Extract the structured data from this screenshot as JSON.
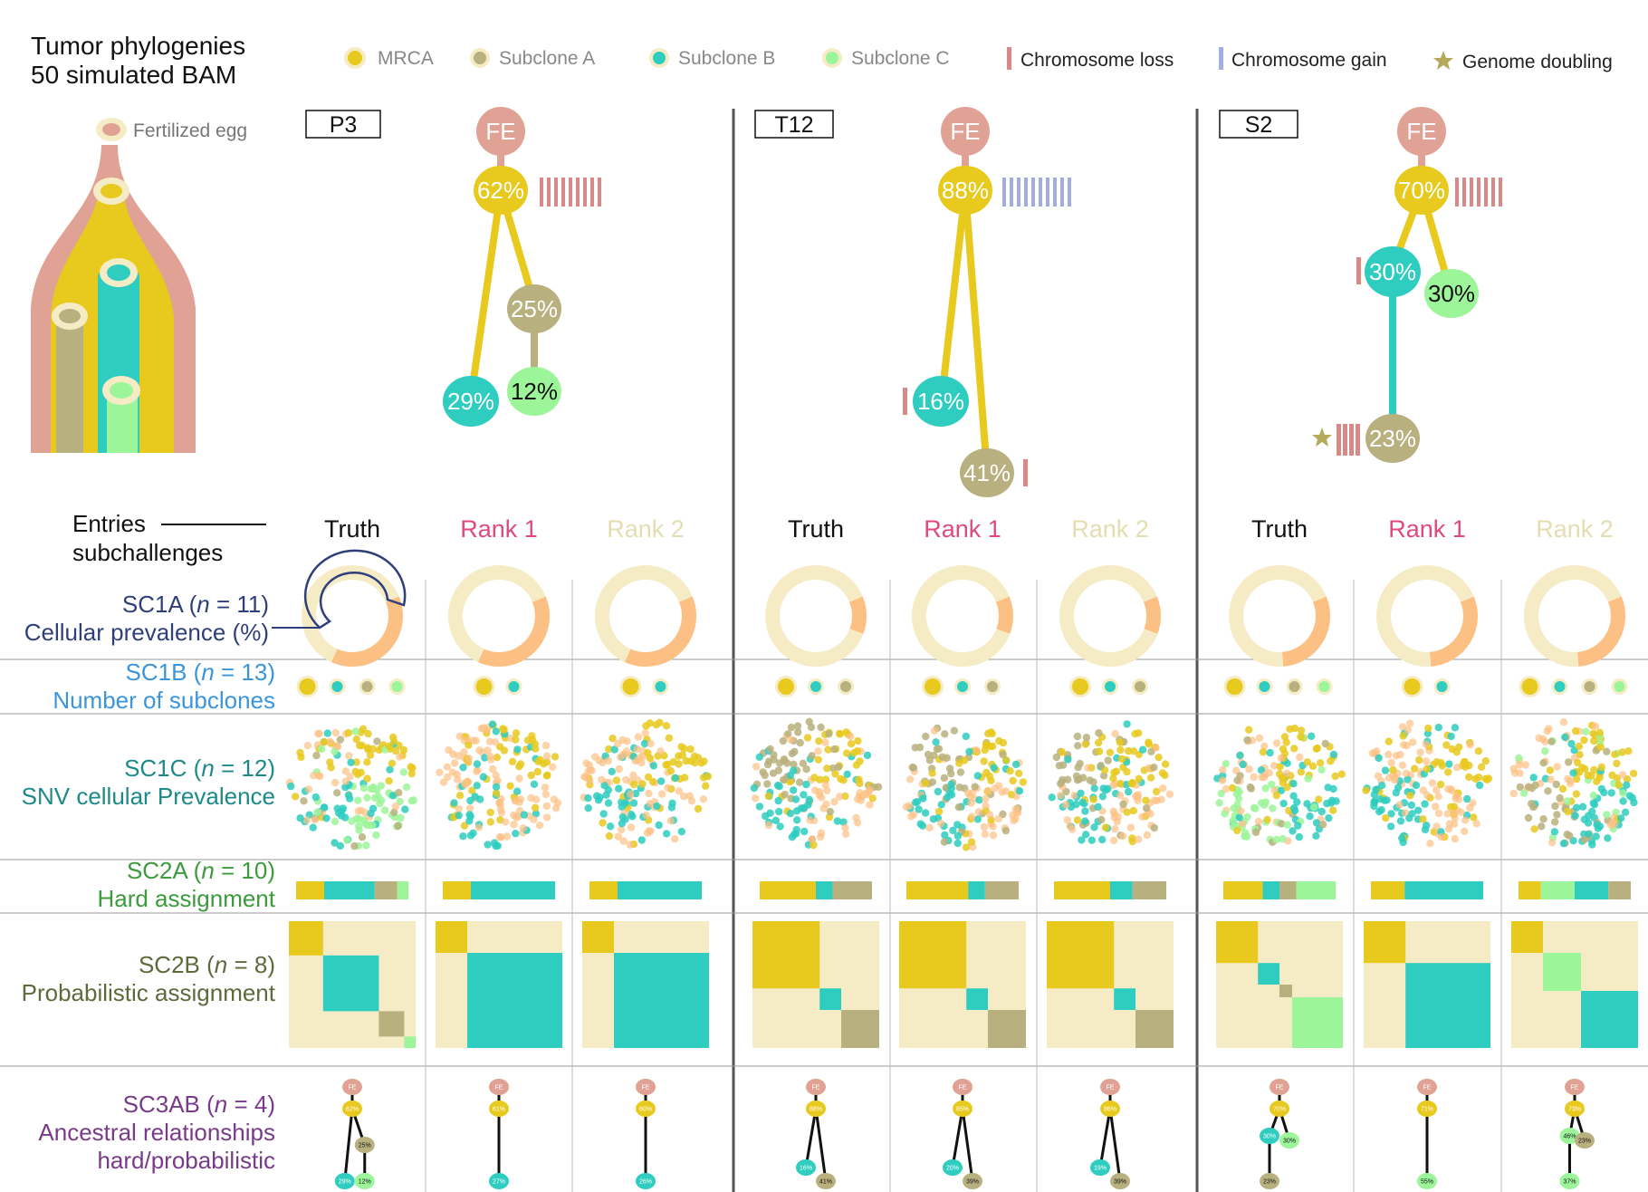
{
  "colors": {
    "fe": "#e0a294",
    "mrca": "#e8c91e",
    "subA": "#b8b07e",
    "subB": "#2ecdc0",
    "subC": "#9df59a",
    "loss": "#d98888",
    "gain": "#a3aee0",
    "wgd": "#b5a95a",
    "bg": "#f5ecc6",
    "orange": "#fcc084",
    "rank1": "#e0497c",
    "rank2": "#e3ddb0"
  },
  "header": {
    "title_line1": "Tumor phylogenies",
    "title_line2": "50 simulated BAM"
  },
  "legend": {
    "mrca": "MRCA",
    "subA": "Subclone A",
    "subB": "Subclone B",
    "subC": "Subclone C",
    "loss": "Chromosome loss",
    "gain": "Chromosome gain",
    "wgd": "Genome doubling"
  },
  "schematic": {
    "egg_label": "Fertilized egg"
  },
  "trees": {
    "fe_label": "FE",
    "p3": {
      "name": "P3",
      "mrca": "62%",
      "a": "25%",
      "b": "29%",
      "c": "12%"
    },
    "t12": {
      "name": "T12",
      "mrca": "88%",
      "b": "16%",
      "a": "41%"
    },
    "s2": {
      "name": "S2",
      "mrca": "70%",
      "b": "30%",
      "c": "30%",
      "a": "23%"
    }
  },
  "columns": {
    "truth": "Truth",
    "rank1": "Rank 1",
    "rank2": "Rank 2"
  },
  "rows": {
    "entries_line1": "Entries",
    "entries_line2": "subchallenges",
    "sc1a_code": "SC1A (",
    "sc1a_n": "n",
    "sc1a_val": " = 11)",
    "sc1a_desc": "Cellular prevalence (%)",
    "sc1b_code": "SC1B (",
    "sc1b_n": "n",
    "sc1b_val": " = 13)",
    "sc1b_desc": "Number of subclones",
    "sc1c_code": "SC1C (",
    "sc1c_n": "n",
    "sc1c_val": " = 12)",
    "sc1c_desc": "SNV cellular Prevalence",
    "sc2a_code": "SC2A (",
    "sc2a_n": "n",
    "sc2a_val": " = 10)",
    "sc2a_desc": "Hard assignment",
    "sc2b_code": "SC2B (",
    "sc2b_n": "n",
    "sc2b_val": " = 8)",
    "sc2b_desc": "Probabilistic assignment",
    "sc3_code": "SC3AB (",
    "sc3_n": "n",
    "sc3_val": " = 4)",
    "sc3_desc1": "Ancestral relationships",
    "sc3_desc2": "hard/probabilistic"
  },
  "sc1a": [
    0.62,
    0.62,
    0.62,
    0.88,
    0.88,
    0.88,
    0.7,
    0.7,
    0.7
  ],
  "sc1b": [
    [
      "mrca",
      "subB",
      "subA",
      "subC"
    ],
    [
      "mrca",
      "subB"
    ],
    [
      "mrca",
      "subB"
    ],
    [
      "mrca",
      "subB",
      "subA"
    ],
    [
      "mrca",
      "subB",
      "subA"
    ],
    [
      "mrca",
      "subB",
      "subA"
    ],
    [
      "mrca",
      "subB",
      "subA",
      "subC"
    ],
    [
      "mrca",
      "subB"
    ],
    [
      "mrca",
      "subB",
      "subA",
      "subC"
    ]
  ],
  "sc2a": [
    [
      [
        "mrca",
        0.25
      ],
      [
        "subB",
        0.45
      ],
      [
        "subA",
        0.2
      ],
      [
        "subC",
        0.1
      ]
    ],
    [
      [
        "mrca",
        0.25
      ],
      [
        "subB",
        0.75
      ]
    ],
    [
      [
        "mrca",
        0.25
      ],
      [
        "subB",
        0.75
      ]
    ],
    [
      [
        "mrca",
        0.5
      ],
      [
        "subB",
        0.15
      ],
      [
        "subA",
        0.35
      ]
    ],
    [
      [
        "mrca",
        0.55
      ],
      [
        "subB",
        0.15
      ],
      [
        "subA",
        0.3
      ]
    ],
    [
      [
        "mrca",
        0.5
      ],
      [
        "subB",
        0.2
      ],
      [
        "subA",
        0.3
      ]
    ],
    [
      [
        "mrca",
        0.35
      ],
      [
        "subB",
        0.15
      ],
      [
        "subA",
        0.15
      ],
      [
        "subC",
        0.35
      ]
    ],
    [
      [
        "mrca",
        0.3
      ],
      [
        "subB",
        0.7
      ]
    ],
    [
      [
        "mrca",
        0.2
      ],
      [
        "subC",
        0.3
      ],
      [
        "subB",
        0.3
      ],
      [
        "subA",
        0.2
      ]
    ]
  ],
  "sc2b": [
    [
      [
        "mrca",
        0.27
      ],
      [
        "subB",
        0.44
      ],
      [
        "subA",
        0.2
      ],
      [
        "subC",
        0.09
      ]
    ],
    [
      [
        "mrca",
        0.25
      ],
      [
        "subB",
        0.75
      ]
    ],
    [
      [
        "mrca",
        0.25
      ],
      [
        "subB",
        0.75
      ]
    ],
    [
      [
        "mrca",
        0.53
      ],
      [
        "subB",
        0.17
      ],
      [
        "subA",
        0.3
      ]
    ],
    [
      [
        "mrca",
        0.53
      ],
      [
        "subB",
        0.17
      ],
      [
        "subA",
        0.3
      ]
    ],
    [
      [
        "mrca",
        0.53
      ],
      [
        "subB",
        0.17
      ],
      [
        "subA",
        0.3
      ]
    ],
    [
      [
        "mrca",
        0.33
      ],
      [
        "subB",
        0.17
      ],
      [
        "subA",
        0.1
      ],
      [
        "subC",
        0.4
      ]
    ],
    [
      [
        "mrca",
        0.33
      ],
      [
        "subB",
        0.67
      ]
    ],
    [
      [
        "mrca",
        0.25
      ],
      [
        "subC",
        0.3
      ],
      [
        "subB",
        0.45
      ]
    ]
  ],
  "sc3": {
    "fe": "FE",
    "p3": [
      "62%",
      "25%",
      "29%",
      "12%"
    ],
    "p3r1": [
      "61%",
      "27%"
    ],
    "p3r2": [
      "60%",
      "26%"
    ],
    "t12": [
      "88%",
      "16%",
      "41%"
    ],
    "t12r1": [
      "85%",
      "20%",
      "39%"
    ],
    "t12r2": [
      "86%",
      "19%",
      "39%"
    ],
    "s2": [
      "70%",
      "30%",
      "30%",
      "23%"
    ],
    "s2r1": [
      "71%",
      "55%"
    ],
    "s2r2": [
      "73%",
      "46%",
      "23%",
      "37%"
    ]
  }
}
